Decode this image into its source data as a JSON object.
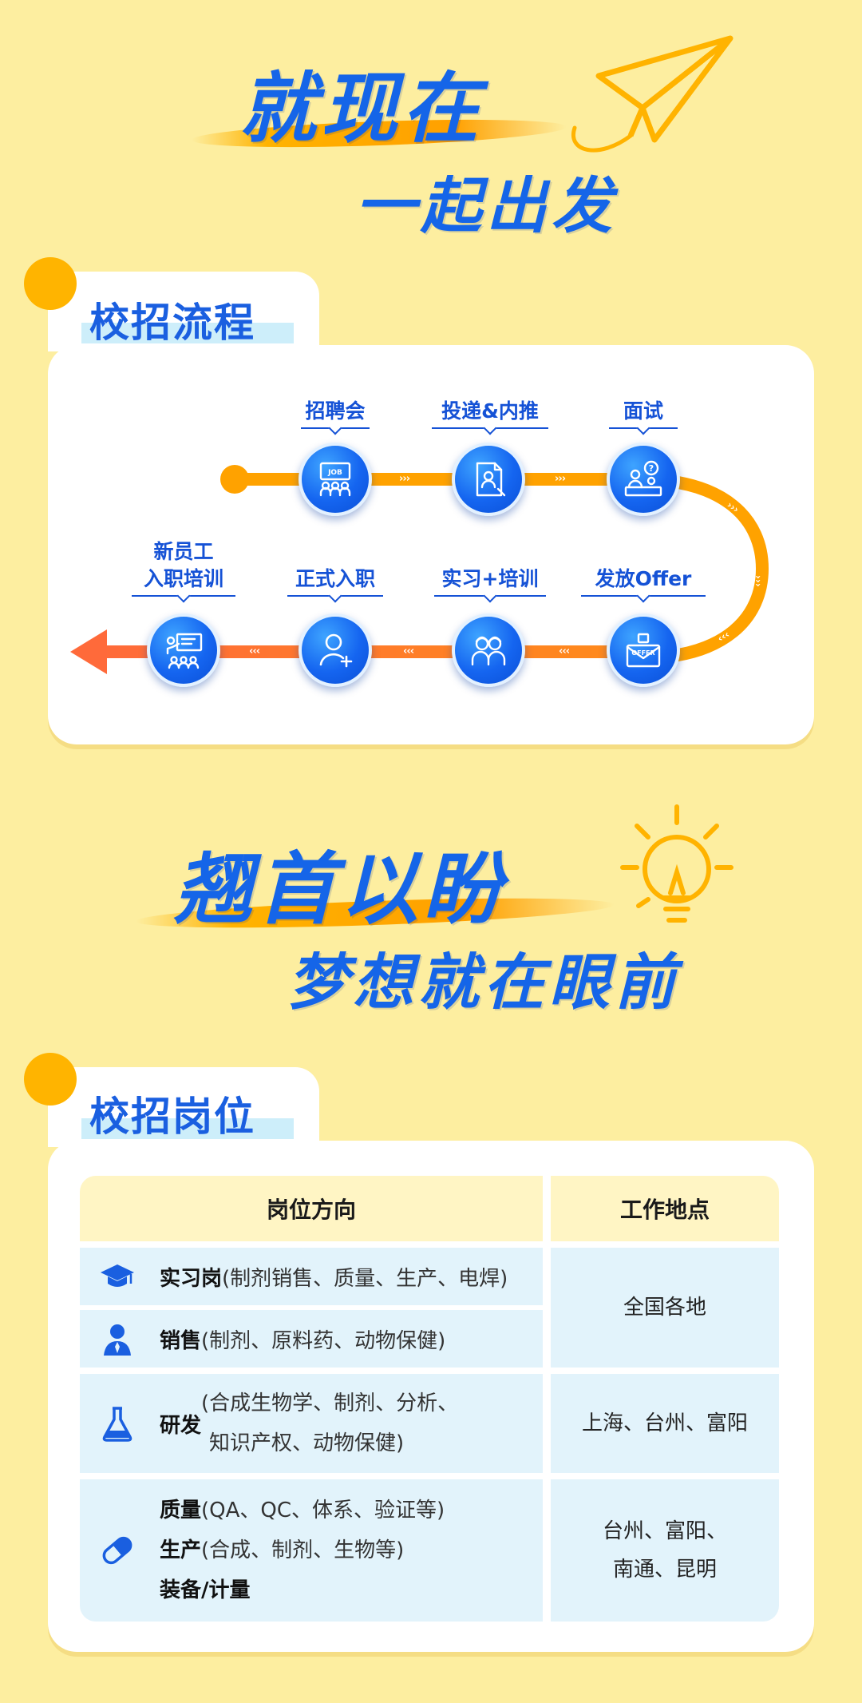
{
  "hero1": {
    "line1": "就现在",
    "line2": "一起出发"
  },
  "section1": {
    "title": "校招流程",
    "steps": [
      {
        "label": "招聘会",
        "icon": "job-fair-icon"
      },
      {
        "label": "投递&内推",
        "icon": "resume-icon"
      },
      {
        "label": "面试",
        "icon": "interview-icon"
      },
      {
        "label": "发放Offer",
        "icon": "offer-envelope-icon"
      },
      {
        "label": "实习+培训",
        "icon": "trainees-icon"
      },
      {
        "label": "正式入职",
        "icon": "add-user-icon"
      },
      {
        "label_line1": "新员工",
        "label_line2": "入职培训",
        "icon": "presentation-icon"
      }
    ]
  },
  "hero2": {
    "line1": "翘首以盼",
    "line2": "梦想就在眼前"
  },
  "section2": {
    "title": "校招岗位",
    "headers": {
      "direction": "岗位方向",
      "location": "工作地点"
    },
    "rows": [
      {
        "name": "实习岗",
        "detail": "(制剂销售、质量、生产、电焊)",
        "icon": "graduation-cap-icon"
      },
      {
        "name": "销售",
        "detail": "(制剂、原料药、动物保健)",
        "icon": "person-icon"
      },
      {
        "name": "研发",
        "detail_line1": "(合成生物学、制剂、分析、",
        "detail_line2": "知识产权、动物保健)",
        "icon": "flask-icon"
      },
      {
        "lines": [
          {
            "name": "质量",
            "detail": "(QA、QC、体系、验证等)"
          },
          {
            "name": "生产",
            "detail": "(合成、制剂、生物等)"
          },
          {
            "name": "装备/计量",
            "detail": ""
          }
        ],
        "icon": "capsule-icon"
      }
    ],
    "locations": {
      "group1": "全国各地",
      "group2": "上海、台州、富阳",
      "group3_line1": "台州、富阳、",
      "group3_line2": "南通、昆明"
    }
  },
  "colors": {
    "accent_blue": "#1565e8",
    "accent_orange": "#ffa200",
    "background": "#fdeea0"
  }
}
